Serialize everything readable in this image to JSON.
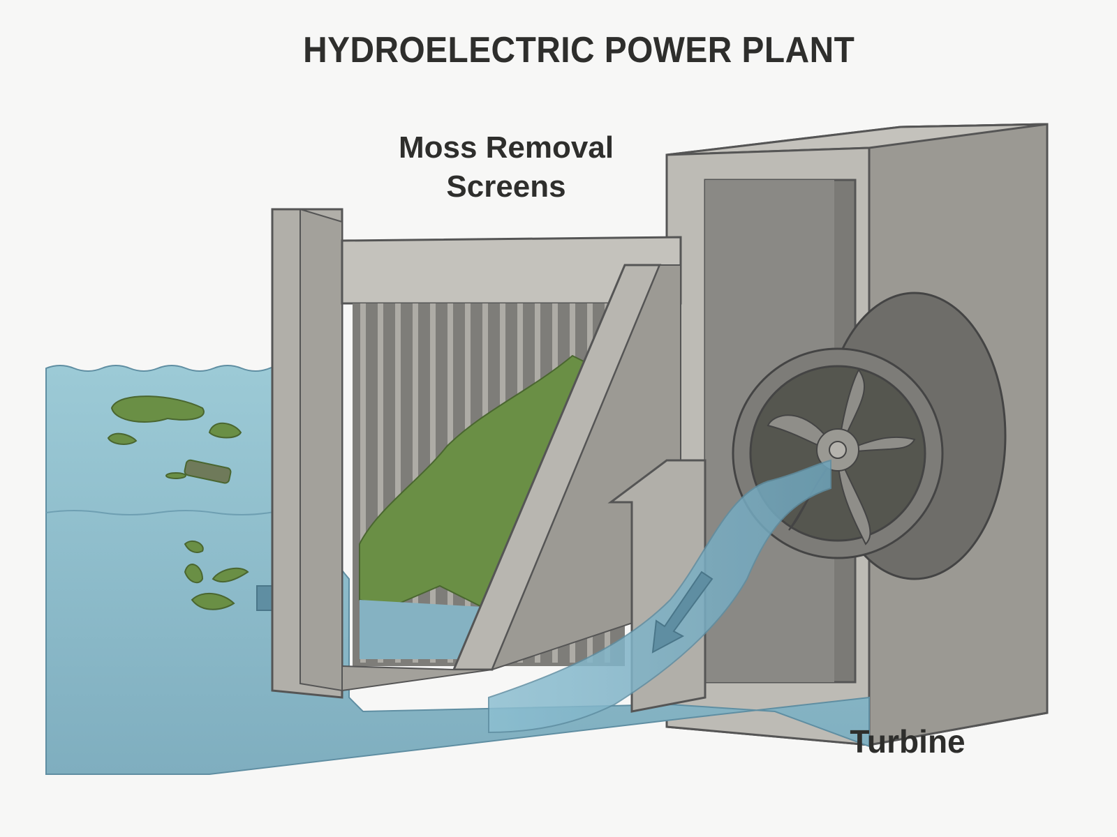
{
  "title": "HYDROELECTRIC POWER PLANT",
  "labels": {
    "screens_line1": "Moss Removal",
    "screens_line2": "Screens",
    "turbine": "Turbine"
  },
  "colors": {
    "background": "#f7f7f6",
    "water": "#8fbccb",
    "water_deep": "#84b0c0",
    "moss": "#6a8f45",
    "concrete": "#b5b3ad",
    "concrete_dark": "#8f8d88",
    "turbine": "#6f6e6b",
    "arrow": "#5f8ea2",
    "text": "#2e2e2c"
  }
}
